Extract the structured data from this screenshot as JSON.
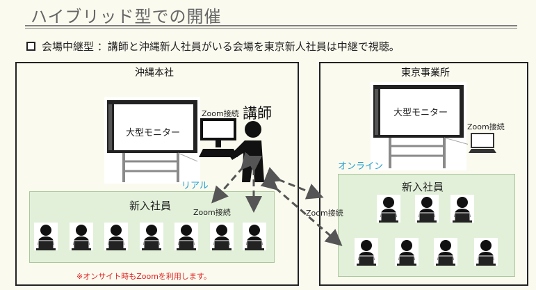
{
  "header": {
    "title": "ハイブリッド型での開催",
    "subtitle": "会場中継型 ：講師と沖縄新人社員がいる会場を東京新人社員は中継で視聴。"
  },
  "okinawa": {
    "panel_label": "沖縄本社",
    "monitor_label": "大型モニター",
    "zoom_label": "Zoom接続",
    "lecturer_label": "講師",
    "real_label": "リアル",
    "employees_label": "新入社員",
    "note": "※オンサイト時もZoomを利用します。"
  },
  "tokyo": {
    "panel_label": "東京事業所",
    "monitor_label": "大型モニター",
    "laptop_zoom_label": "Zoom接続",
    "online_label": "オンライン",
    "employees_label": "新入社員"
  },
  "connections": {
    "okinawa_zoom_label": "Zoom接続",
    "tokyo_zoom_label": "Zoom接続"
  },
  "colors": {
    "green_box": "#e2f0d9",
    "arrow": "#555555",
    "blue_text": "#1f9fd0",
    "note_text": "#e0201e"
  }
}
